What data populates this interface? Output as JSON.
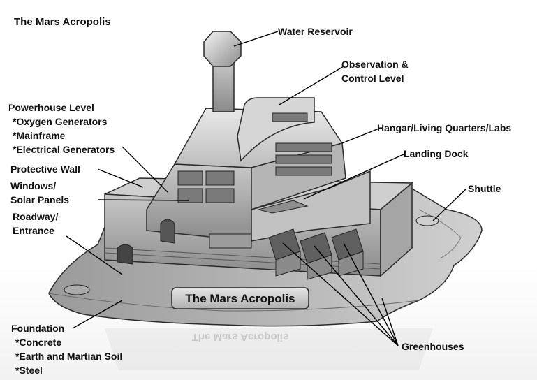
{
  "diagram": {
    "title": "The Mars Acropolis",
    "plaque_text": "The Mars Acropolis",
    "reflection_text": "The Mars Acropolis",
    "labels": {
      "water_reservoir": [
        "Water Reservoir"
      ],
      "observation": [
        "Observation &",
        "Control Level"
      ],
      "powerhouse": [
        "Powerhouse Level",
        " *Oxygen Generators",
        " *Mainframe",
        " *Electrical Generators"
      ],
      "hangar": [
        "Hangar/Living Quarters/Labs"
      ],
      "landing_dock": [
        "Landing Dock"
      ],
      "protective_wall": [
        "Protective Wall"
      ],
      "windows": [
        "Windows/",
        "Solar Panels"
      ],
      "shuttle": [
        "Shuttle"
      ],
      "roadway": [
        "Roadway/",
        "Entrance"
      ],
      "foundation": [
        "Foundation",
        " *Concrete",
        " *Earth and Martian Soil",
        " *Steel"
      ],
      "greenhouses": [
        "Greenhouses"
      ]
    },
    "colors": {
      "model_light": "#d9d9d9",
      "model_mid": "#a9a9a9",
      "model_dark": "#5e5e5e",
      "outline": "#2b2b2b",
      "text": "#111111"
    }
  }
}
